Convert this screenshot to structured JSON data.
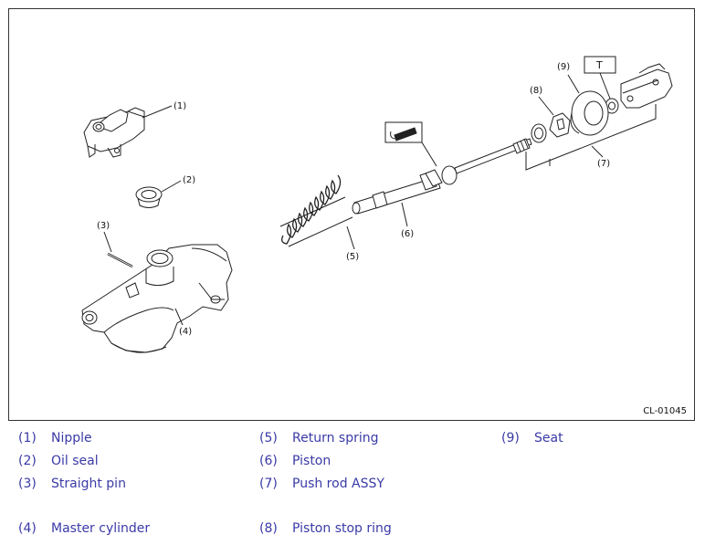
{
  "figure": {
    "code": "CL-01045",
    "callouts": [
      "(1)",
      "(2)",
      "(3)",
      "(4)",
      "(5)",
      "(6)",
      "(7)",
      "(8)",
      "(9)"
    ],
    "torque_label": "T"
  },
  "legend": [
    {
      "num": "(1)",
      "label": "Nipple"
    },
    {
      "num": "(2)",
      "label": "Oil seal"
    },
    {
      "num": "(3)",
      "label": "Straight pin"
    },
    {
      "num": "(4)",
      "label": "Master cylinder"
    },
    {
      "num": "(5)",
      "label": "Return spring"
    },
    {
      "num": "(6)",
      "label": "Piston"
    },
    {
      "num": "(7)",
      "label": "Push rod ASSY"
    },
    {
      "num": "(8)",
      "label": "Piston stop ring"
    },
    {
      "num": "(9)",
      "label": "Seat"
    }
  ]
}
